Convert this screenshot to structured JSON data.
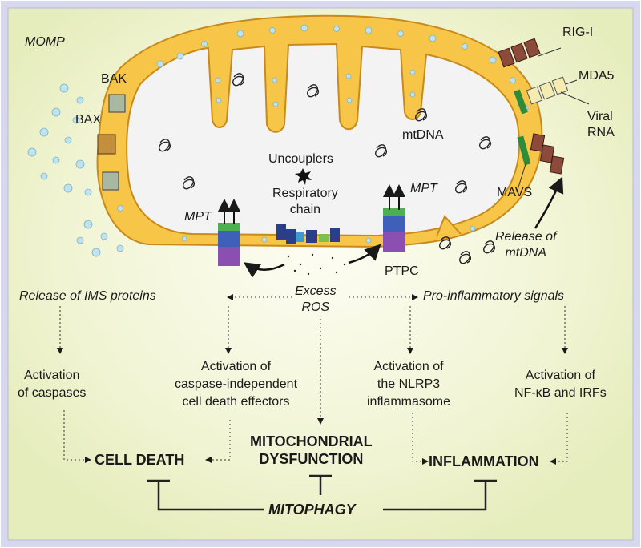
{
  "labels": {
    "momp": "MOMP",
    "bak": "BAK",
    "bax": "BAX",
    "rig_i": "RIG-I",
    "mda5": "MDA5",
    "viral_rna": "Viral\nRNA",
    "mavs": "MAVS",
    "mtdna": "mtDNA",
    "uncouplers": "Uncouplers",
    "respiratory_chain": "Respiratory\nchain",
    "mpt_left": "MPT",
    "mpt_right": "MPT",
    "ptpc": "PTPC",
    "release_mtdna": "Release of\nmtDNA",
    "release_ims": "Release of IMS proteins",
    "excess_ros": "Excess\nROS",
    "pro_inflammatory": "Pro-inflammatory signals",
    "activation_caspases": "Activation\nof caspases",
    "activation_caspase_independent": "Activation of\ncaspase-independent\ncell death effectors",
    "activation_nlrp3": "Activation of\nthe NLRP3\ninflammasome",
    "activation_nfkb": "Activation of\nNF-κB and IRFs",
    "cell_death": "CELL DEATH",
    "mito_dysfunction": "MITOCHONDRIAL\nDYSFUNCTION",
    "inflammation": "INFLAMMATION",
    "mitophagy": "MITOPHAGY"
  },
  "colors": {
    "background_outer": "#d9d9f0",
    "background_inner": "#eef2cf",
    "outer_membrane": "#f7c649",
    "matrix": "#f3f3f3",
    "granules": "#bfe3ee",
    "ptpc_green": "#4caf50",
    "ptpc_blue": "#3f5fb8",
    "ptpc_purple": "#8a4fb0",
    "rig_brown": "#8b4a3a",
    "mda5_cream": "#f4ecb0",
    "mavs_green": "#2e8b3a"
  }
}
